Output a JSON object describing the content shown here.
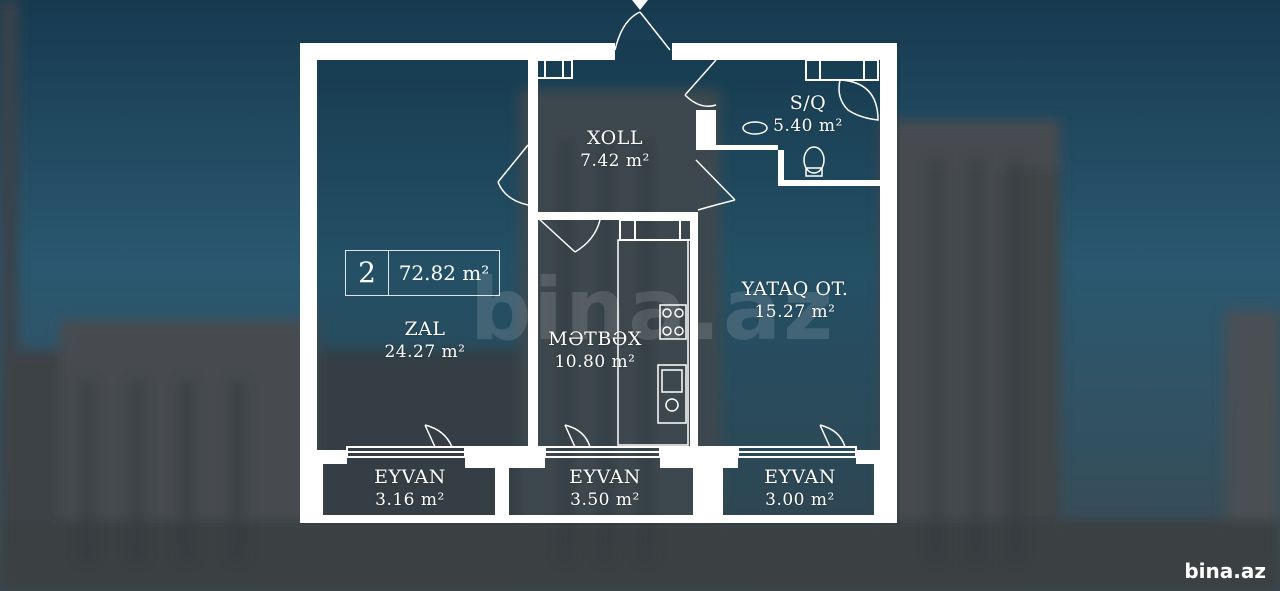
{
  "plan": {
    "summary": {
      "rooms": "2",
      "total_area": "72.82 m²"
    },
    "rooms": {
      "zal": {
        "name": "ZAL",
        "area": "24.27 m²"
      },
      "xoll": {
        "name": "XOLL",
        "area": "7.42 m²"
      },
      "sq": {
        "name": "S/Q",
        "area": "5.40 m²"
      },
      "metbex": {
        "name": "MƏTBƏX",
        "area": "10.80 m²"
      },
      "yataq": {
        "name": "YATAQ OT.",
        "area": "15.27 m²"
      },
      "eyvan1": {
        "name": "EYVAN",
        "area": "3.16 m²"
      },
      "eyvan2": {
        "name": "EYVAN",
        "area": "3.50 m²"
      },
      "eyvan3": {
        "name": "EYVAN",
        "area": "3.00 m²"
      }
    }
  },
  "watermark": {
    "logo_text": "bina.az"
  },
  "corner_logo": {
    "text": "bina.az"
  },
  "colors": {
    "background": "#1f3f52",
    "walls": "#ffffff"
  }
}
